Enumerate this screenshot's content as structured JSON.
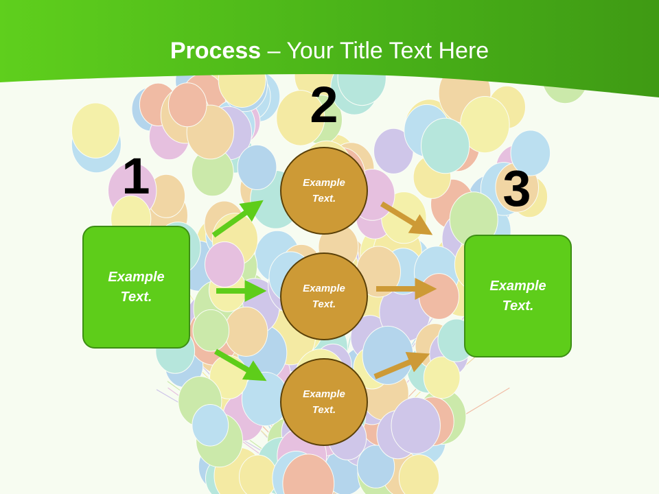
{
  "slide": {
    "title_bold": "Process",
    "title_rest": " – Your Title Text Here"
  },
  "steps": [
    {
      "number": "1",
      "box_text": "Example\nText."
    },
    {
      "number": "2",
      "circles": [
        "Example\nText.",
        "Example\nText.",
        "Example\nText."
      ]
    },
    {
      "number": "3",
      "box_text": "Example\nText."
    }
  ],
  "colors": {
    "header_green": "#4db61a",
    "box_green": "#5ecd1a",
    "circle_gold": "#cd9a36",
    "arrow_green": "#5ecd1a",
    "arrow_gold": "#cd9a36"
  }
}
